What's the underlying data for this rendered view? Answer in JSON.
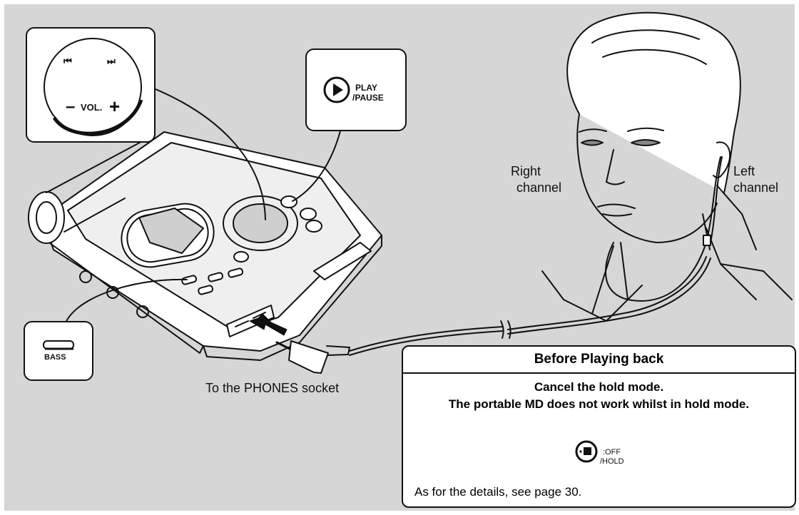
{
  "labels": {
    "right_channel": [
      "Right",
      "channel"
    ],
    "left_channel": [
      "Left",
      "channel"
    ],
    "phones_socket": "To the PHONES socket"
  },
  "callouts": {
    "volume": {
      "prev_icon": "skip-back-icon",
      "next_icon": "skip-forward-icon",
      "minus": "–",
      "text": "VOL.",
      "plus": "+"
    },
    "play": {
      "icon": "play-icon",
      "line1": "PLAY",
      "line2": "/PAUSE"
    },
    "bass": {
      "icon": "bass-button-icon",
      "text": "BASS"
    }
  },
  "info_box": {
    "title": "Before Playing back",
    "line1": "Cancel the hold mode.",
    "line2": "The portable MD does not work whilst in hold mode.",
    "hold_icon": "stop-hold-icon",
    "hold_line1": ":OFF",
    "hold_line2": "/HOLD",
    "details": "As for the details, see page 30."
  },
  "colors": {
    "background_panel": "#d6d6d6",
    "line": "#111111",
    "box": "#ffffff"
  }
}
